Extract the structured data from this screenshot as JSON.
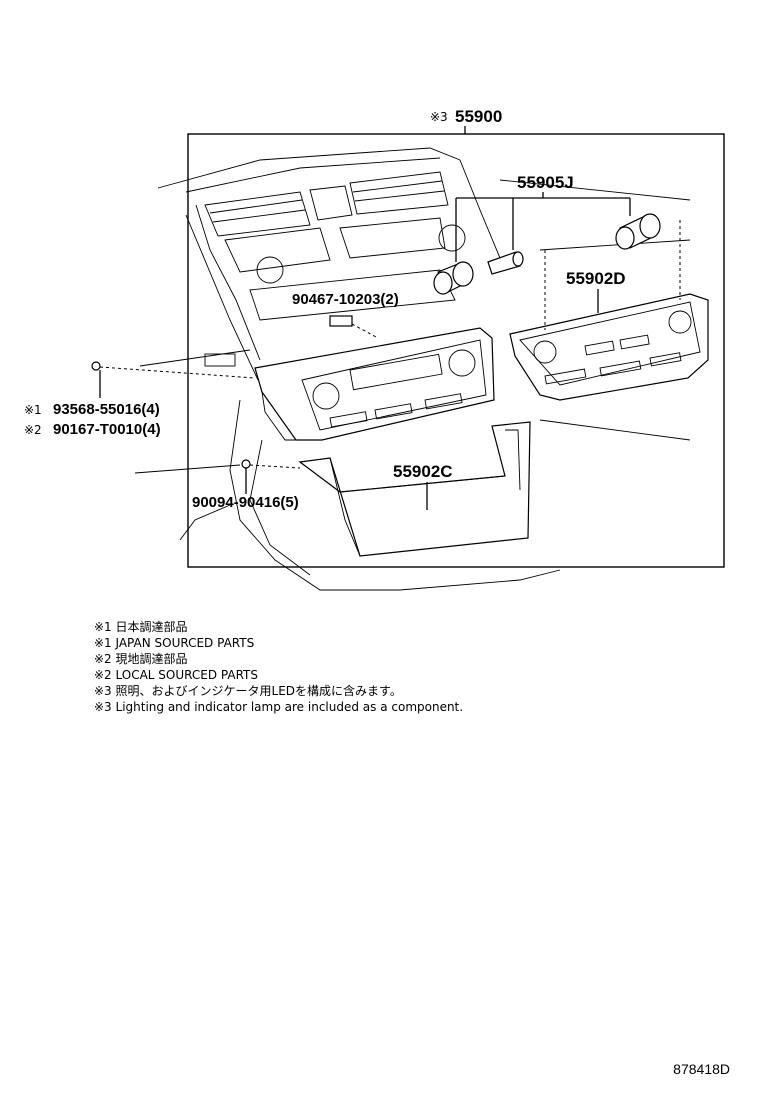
{
  "assembly": {
    "mark": "※3",
    "part_number": "55900"
  },
  "parts": {
    "knob": "55905J",
    "panel_upper": "55902D",
    "panel_lower": "55902C",
    "clip": "90467-10203(2)",
    "screw_a_mark": "※1",
    "screw_a": "93568-55016(4)",
    "screw_b_mark": "※2",
    "screw_b": "90167-T0010(4)",
    "screw_c": "90094-90416(5)"
  },
  "notes": [
    "※1 日本調達部品",
    "※1 JAPAN SOURCED PARTS",
    "※2 現地調達部品",
    "※2 LOCAL SOURCED PARTS",
    "※3 照明、およびインジケータ用LEDを構成に含みます。",
    "※3 Lighting and indicator lamp are included as a component."
  ],
  "figure_code": "878418D"
}
